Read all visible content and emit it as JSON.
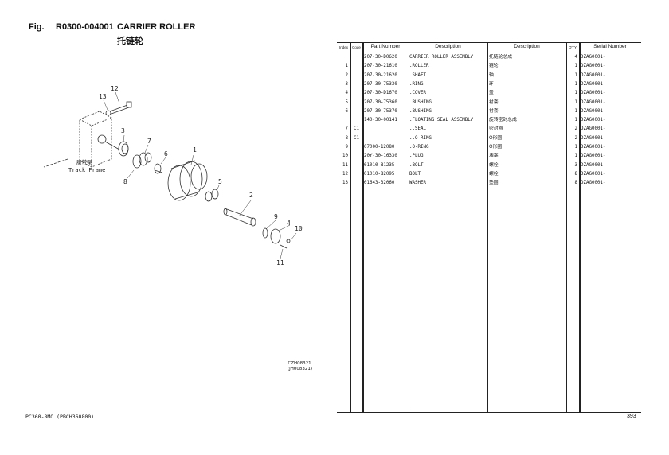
{
  "header": {
    "fig_label": "Fig.",
    "fig_number": "R0300-004001",
    "title": "CARRIER ROLLER",
    "title_cn": "托链轮"
  },
  "diagram": {
    "frame_label_cn": "履带架",
    "frame_label": "Track Frame",
    "callouts": [
      "1",
      "2",
      "3",
      "4",
      "5",
      "6",
      "7",
      "8",
      "9",
      "10",
      "11",
      "12",
      "13"
    ],
    "code_lines": [
      "CZH08321",
      "(JH008321)"
    ]
  },
  "table": {
    "columns": [
      "Index",
      "Code",
      "Part Number",
      "Description",
      "Description",
      "Q'TY",
      "Serial Number"
    ],
    "rows": [
      {
        "index": "",
        "code": "",
        "part": "207-30-D0620",
        "desc": "CARRIER ROLLER ASSEMBLY",
        "desc_cn": "托链轮总成",
        "qty": "4",
        "serial": "DZAG0001-"
      },
      {
        "index": "1",
        "code": "",
        "part": "207-30-21610",
        "desc": ".ROLLER",
        "desc_cn": "链轮",
        "qty": "1",
        "serial": "DZAG0001-"
      },
      {
        "index": "2",
        "code": "",
        "part": "207-30-21620",
        "desc": ".SHAFT",
        "desc_cn": "轴",
        "qty": "1",
        "serial": "DZAG0001-"
      },
      {
        "index": "3",
        "code": "",
        "part": "207-30-75330",
        "desc": ".RING",
        "desc_cn": "环",
        "qty": "1",
        "serial": "DZAG0001-"
      },
      {
        "index": "4",
        "code": "",
        "part": "207-30-D1670",
        "desc": ".COVER",
        "desc_cn": "盖",
        "qty": "1",
        "serial": "DZAG0001-"
      },
      {
        "index": "5",
        "code": "",
        "part": "207-30-75360",
        "desc": ".BUSHING",
        "desc_cn": "衬套",
        "qty": "1",
        "serial": "DZAG0001-"
      },
      {
        "index": "6",
        "code": "",
        "part": "207-30-75370",
        "desc": ".BUSHING",
        "desc_cn": "衬套",
        "qty": "1",
        "serial": "DZAG0001-"
      },
      {
        "index": "",
        "code": "",
        "part": "140-30-00141",
        "desc": ".FLOATING SEAL ASSEMBLY",
        "desc_cn": "旋转密封总成",
        "qty": "1",
        "serial": "DZAG0001-"
      },
      {
        "index": "7",
        "code": "C1",
        "part": "",
        "desc": "..SEAL",
        "desc_cn": "密封圈",
        "qty": "2",
        "serial": "DZAG0001-"
      },
      {
        "index": "8",
        "code": "C1",
        "part": "",
        "desc": "..O-RING",
        "desc_cn": "O形圈",
        "qty": "2",
        "serial": "DZAG0001-"
      },
      {
        "index": "9",
        "code": "",
        "part": "07000-12080",
        "desc": ".O-RING",
        "desc_cn": "O形圈",
        "qty": "1",
        "serial": "DZAG0001-"
      },
      {
        "index": "10",
        "code": "",
        "part": "20Y-30-16330",
        "desc": ".PLUG",
        "desc_cn": "堵塞",
        "qty": "1",
        "serial": "DZAG0001-"
      },
      {
        "index": "11",
        "code": "",
        "part": "01010-81235",
        "desc": ".BOLT",
        "desc_cn": "螺栓",
        "qty": "3",
        "serial": "DZAG0001-"
      },
      {
        "index": "12",
        "code": "",
        "part": "01010-82095",
        "desc": "BOLT",
        "desc_cn": "螺栓",
        "qty": "8",
        "serial": "DZAG0001-"
      },
      {
        "index": "13",
        "code": "",
        "part": "01643-32060",
        "desc": "WASHER",
        "desc_cn": "垫圈",
        "qty": "8",
        "serial": "DZAG0001-"
      }
    ]
  },
  "footer": {
    "model": "PC360-8MO  (PBCH360800)",
    "page": "393"
  }
}
